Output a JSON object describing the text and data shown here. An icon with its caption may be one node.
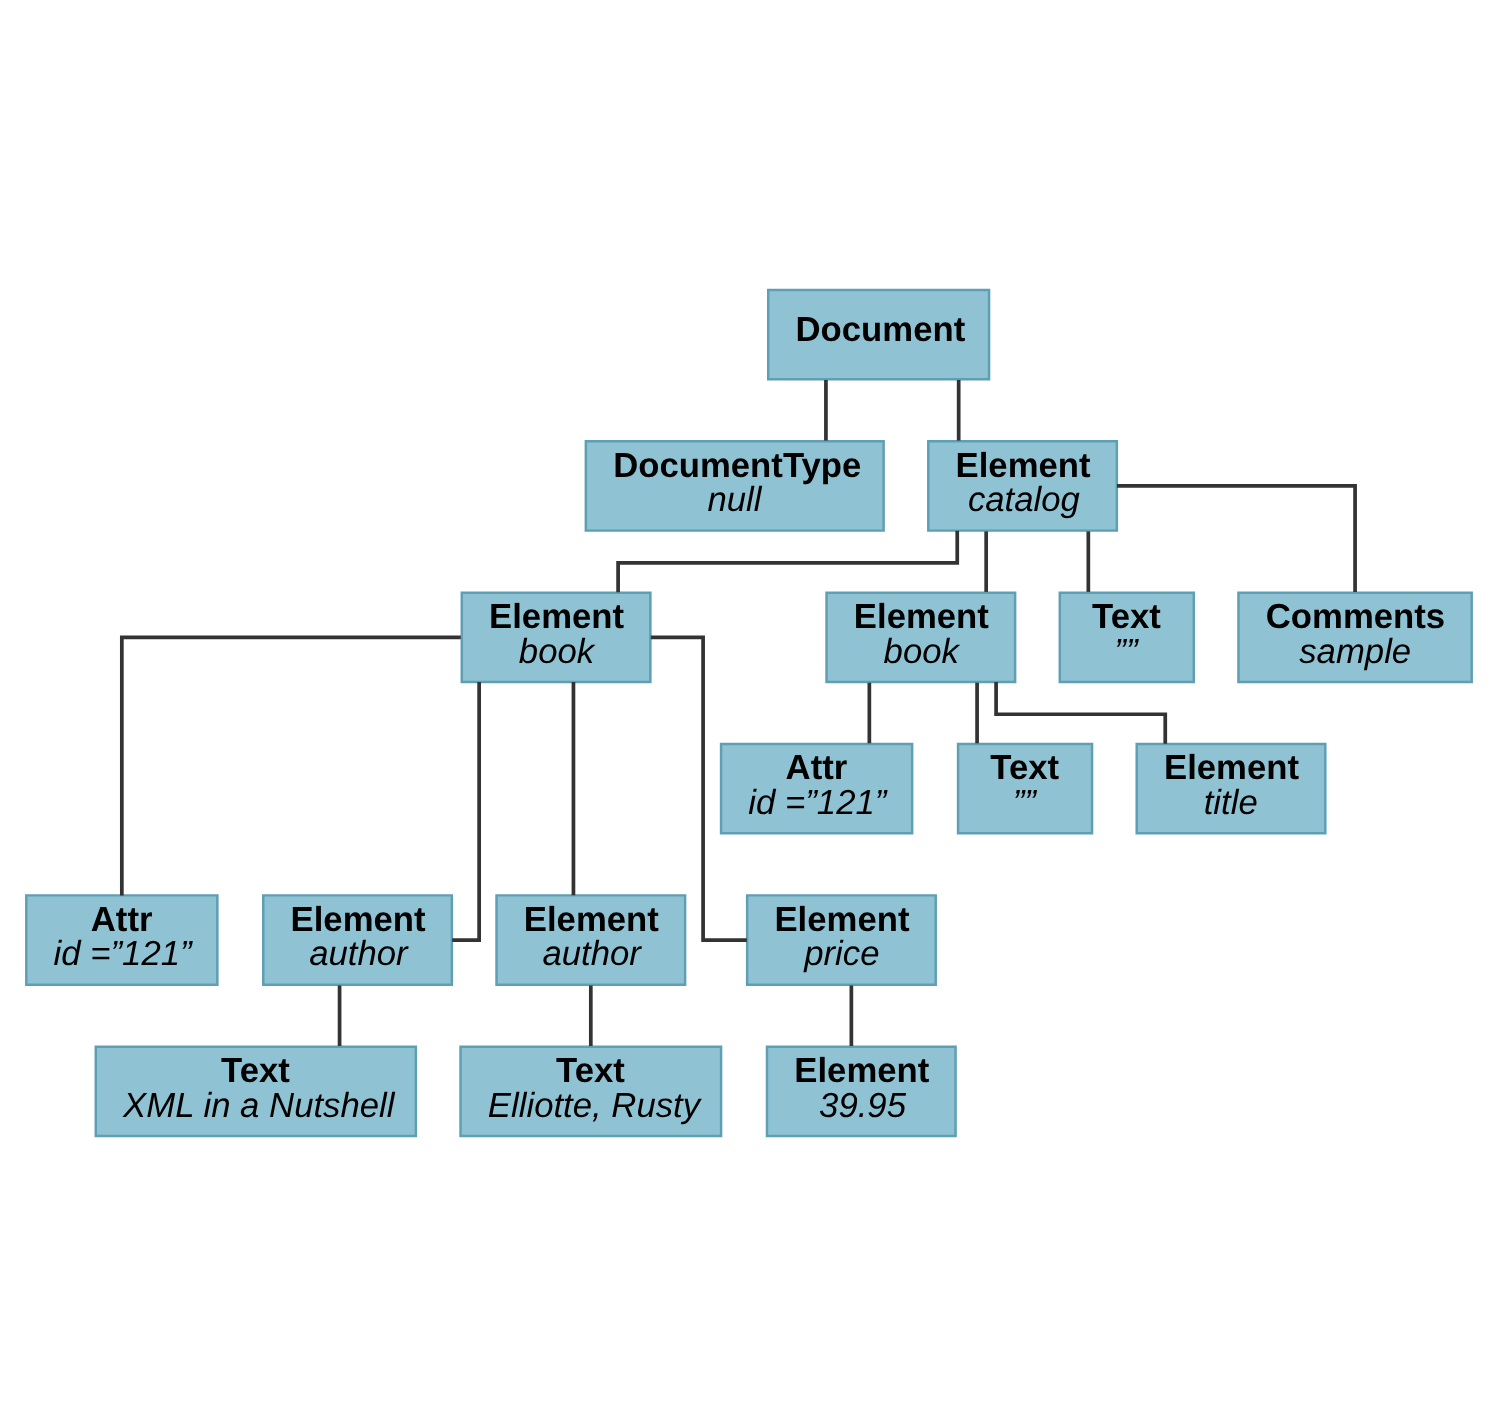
{
  "diagram": {
    "nodes": [
      {
        "text": [
          "Document"
        ]
      },
      {
        "text": [
          "DocumentType",
          "null"
        ]
      },
      {
        "text": [
          "Element",
          "catalog"
        ]
      },
      {
        "text": [
          "Element",
          "book"
        ]
      },
      {
        "text": [
          "Element",
          "book"
        ]
      },
      {
        "text": [
          "Text",
          "””"
        ]
      },
      {
        "text": [
          "Comments",
          "sample"
        ]
      },
      {
        "text": [
          "Attr",
          "id =”121”"
        ]
      },
      {
        "text": [
          "Text",
          "””"
        ]
      },
      {
        "text": [
          "Element",
          "title"
        ]
      },
      {
        "text": [
          "Attr",
          "id =”121”"
        ]
      },
      {
        "text": [
          "Element",
          "author"
        ]
      },
      {
        "text": [
          "Element",
          "author"
        ]
      },
      {
        "text": [
          "Element",
          "price"
        ]
      },
      {
        "text": [
          "Text",
          "XML in a Nutshell"
        ]
      },
      {
        "text": [
          "Text",
          "Elliotte, Rusty"
        ]
      },
      {
        "text": [
          "Element",
          "39.95"
        ]
      }
    ],
    "edges": [
      {
        "from": 0,
        "to": 1,
        "arrow": "none"
      },
      {
        "from": 0,
        "to": 2,
        "arrow": "none"
      },
      {
        "from": 2,
        "to": 3,
        "arrow": "none"
      },
      {
        "from": 2,
        "to": 4,
        "arrow": "none"
      },
      {
        "from": 2,
        "to": 5,
        "arrow": "none"
      },
      {
        "from": 2,
        "to": 6,
        "arrow": "none"
      },
      {
        "from": 4,
        "to": 7,
        "arrow": "none"
      },
      {
        "from": 4,
        "to": 8,
        "arrow": "none"
      },
      {
        "from": 4,
        "to": 9,
        "arrow": "none"
      },
      {
        "from": 3,
        "to": 10,
        "arrow": "none"
      },
      {
        "from": 3,
        "to": 11,
        "arrow": "none"
      },
      {
        "from": 3,
        "to": 12,
        "arrow": "none"
      },
      {
        "from": 3,
        "to": 13,
        "arrow": "none"
      },
      {
        "from": 11,
        "to": 14,
        "arrow": "none"
      },
      {
        "from": 12,
        "to": 15,
        "arrow": "none"
      },
      {
        "from": 13,
        "to": 16,
        "arrow": "none"
      }
    ]
  }
}
